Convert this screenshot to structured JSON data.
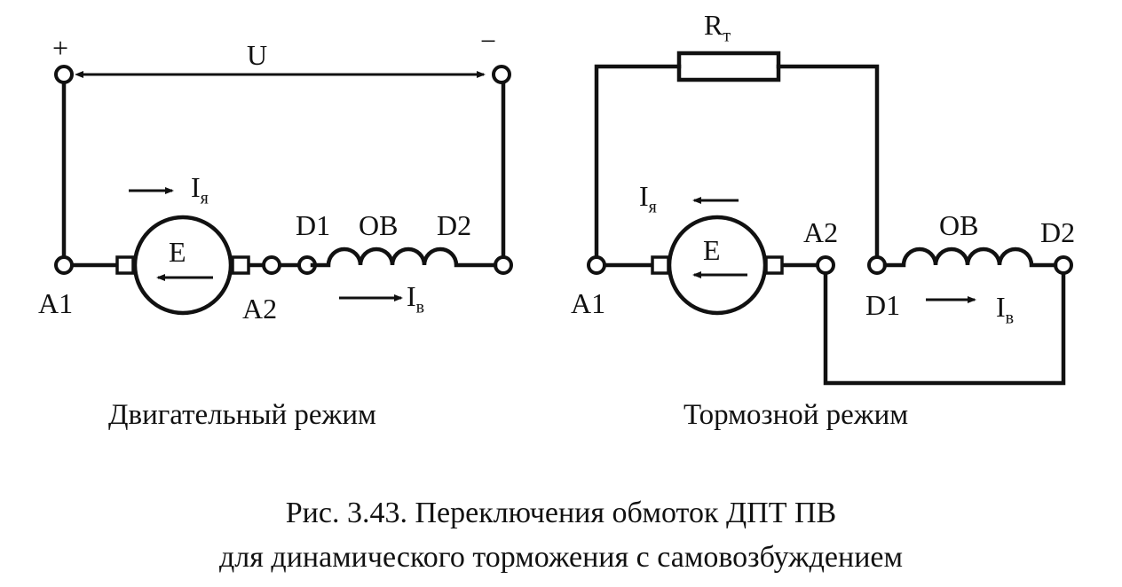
{
  "motor": {
    "plus": "+",
    "minus": "−",
    "voltage": "U",
    "armature_current": "I",
    "armature_current_sub": "я",
    "emf": "E",
    "field_current": "I",
    "field_current_sub": "в",
    "terminal_a1": "A1",
    "terminal_a2": "A2",
    "terminal_d1": "D1",
    "terminal_d2": "D2",
    "field_winding": "OB",
    "mode_label": "Двигательный режим"
  },
  "brake": {
    "resistor": "R",
    "resistor_sub": "т",
    "armature_current": "I",
    "armature_current_sub": "я",
    "emf": "E",
    "field_current": "I",
    "field_current_sub": "в",
    "terminal_a1": "A1",
    "terminal_a2": "A2",
    "terminal_d1": "D1",
    "terminal_d2": "D2",
    "field_winding": "OB",
    "mode_label": "Тормозной режим"
  },
  "caption": {
    "line1": "Рис. 3.43. Переключения обмоток ДПТ ПВ",
    "line2": "для динамического торможения с самовозбуждением"
  }
}
